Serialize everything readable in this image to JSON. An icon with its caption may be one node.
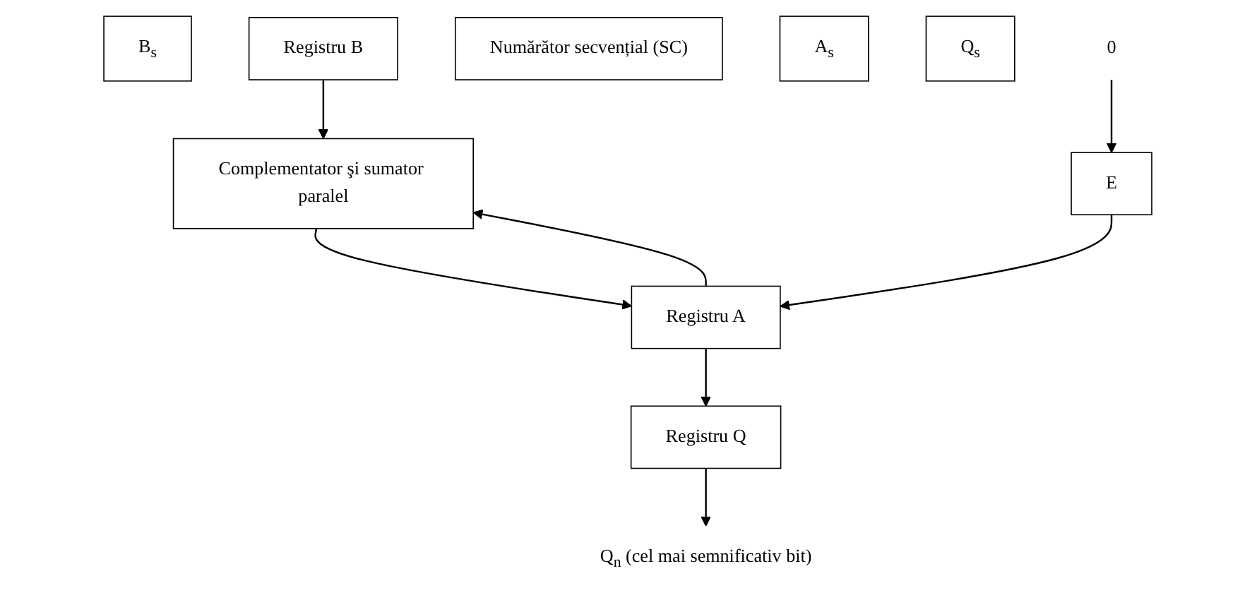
{
  "diagram": {
    "nodes": [
      {
        "text": [
          "B$_{s}$"
        ]
      },
      {
        "text": [
          "Registru B"
        ]
      },
      {
        "text": [
          "Numărător secvențial (SC)"
        ]
      },
      {
        "text": [
          "Complementator şi sumator paralel"
        ]
      },
      {
        "text": [
          "A$_{s}$"
        ]
      },
      {
        "text": [
          "Q$_{s}$"
        ]
      },
      {
        "text": [
          "Q$_{n}$ (cel mai semnificativ bit)"
        ]
      },
      {
        "text": [
          "0"
        ]
      },
      {
        "text": [
          "E"
        ]
      },
      {
        "text": [
          "Registru A"
        ]
      },
      {
        "text": [
          "Registru Q"
        ]
      }
    ],
    "edges": [
      {
        "from": 1,
        "to": 3,
        "arrow": "to"
      },
      {
        "from": 3,
        "to": 9,
        "arrow": "to"
      },
      {
        "from": 9,
        "to": 3,
        "arrow": "to"
      },
      {
        "from": 7,
        "to": 8,
        "arrow": "to"
      },
      {
        "from": 8,
        "to": 9,
        "arrow": "to"
      },
      {
        "from": 9,
        "to": 10,
        "arrow": "to"
      },
      {
        "from": 10,
        "to": 6,
        "arrow": "to"
      }
    ]
  }
}
